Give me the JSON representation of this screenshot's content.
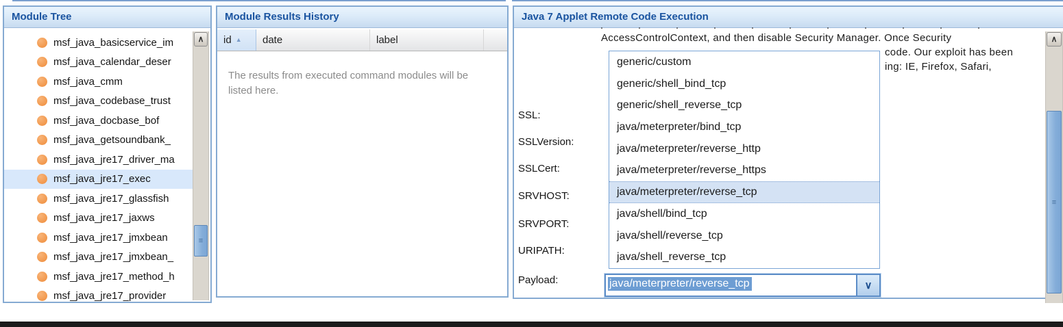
{
  "module_tree": {
    "title": "Module Tree",
    "items": [
      {
        "label": "msf_java_basicservice_im",
        "selected": false
      },
      {
        "label": "msf_java_calendar_deser",
        "selected": false
      },
      {
        "label": "msf_java_cmm",
        "selected": false
      },
      {
        "label": "msf_java_codebase_trust",
        "selected": false
      },
      {
        "label": "msf_java_docbase_bof",
        "selected": false
      },
      {
        "label": "msf_java_getsoundbank_",
        "selected": false
      },
      {
        "label": "msf_java_jre17_driver_ma",
        "selected": false
      },
      {
        "label": "msf_java_jre17_exec",
        "selected": true
      },
      {
        "label": "msf_java_jre17_glassfish",
        "selected": false
      },
      {
        "label": "msf_java_jre17_jaxws",
        "selected": false
      },
      {
        "label": "msf_java_jre17_jmxbean",
        "selected": false
      },
      {
        "label": "msf_java_jre17_jmxbean_",
        "selected": false
      },
      {
        "label": "msf_java_jre17_method_h",
        "selected": false
      },
      {
        "label": "msf_java_jre17_provider",
        "selected": false
      }
    ]
  },
  "results_history": {
    "title": "Module Results History",
    "columns": [
      "id",
      "date",
      "label"
    ],
    "sorted_column": "id",
    "sort_direction": "asc",
    "empty_message": "The results from executed command modules will be listed here."
  },
  "module_panel": {
    "title": "Java 7 Applet Remote Code Execution",
    "description_visible_lines": [
      "AccessControlContext, and then disable Security Manager. Once Security",
      "code. Our exploit has been",
      "ing: IE, Firefox, Safari,"
    ],
    "field_labels": [
      "SSL:",
      "SSLVersion:",
      "SSLCert:",
      "SRVHOST:",
      "SRVPORT:",
      "URIPATH:",
      "Payload:"
    ],
    "payload_dropdown": {
      "options": [
        {
          "label": "generic/custom",
          "highlighted": false
        },
        {
          "label": "generic/shell_bind_tcp",
          "highlighted": false
        },
        {
          "label": "generic/shell_reverse_tcp",
          "highlighted": false
        },
        {
          "label": "java/meterpreter/bind_tcp",
          "highlighted": false
        },
        {
          "label": "java/meterpreter/reverse_http",
          "highlighted": false
        },
        {
          "label": "java/meterpreter/reverse_https",
          "highlighted": false
        },
        {
          "label": "java/meterpreter/reverse_tcp",
          "highlighted": true
        },
        {
          "label": "java/shell/bind_tcp",
          "highlighted": false
        },
        {
          "label": "java/shell/reverse_tcp",
          "highlighted": false
        },
        {
          "label": "java/shell_reverse_tcp",
          "highlighted": false
        }
      ],
      "selected_value": "java/meterpreter/reverse_tcp"
    }
  },
  "icons": {
    "sort_asc": "▲",
    "scroll_up": "∧",
    "combo_dropdown": "∨",
    "scroll_thumb_grip": "≡"
  },
  "colors": {
    "panel_border": "#85aad2",
    "header_text": "#1a54a0",
    "header_gradient_top": "#eaf4fd",
    "header_gradient_bottom": "#c7dbf0",
    "bullet_orange": "#ef8c3a",
    "tree_selected_bg": "#d8e8fb",
    "dropdown_highlight_bg": "#d4e2f4",
    "combo_selection_bg": "#6d9dd3",
    "combo_selection_text": "#ffffff",
    "empty_message_text": "#8b8b8b",
    "scroll_thumb_blue": "#84add9",
    "black_bar": "#1b1b1b"
  }
}
